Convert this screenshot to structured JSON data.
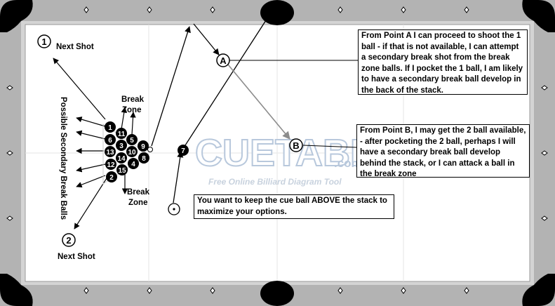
{
  "notes": {
    "point_a": "From Point A I can proceed to shoot the 1 ball - if that is not available, I can attempt a secondary break shot from the break zone balls. If I pocket the 1 ball, I am likely to have a secondary break ball develop in the back of the stack.",
    "point_b": "From Point B, I may get the 2 ball available, - after pocketing the 2 ball, perhaps I will have a secondary break ball develop behind the stack, or I can attack a ball in the break zone",
    "cue_ball": "You want to keep the cue ball ABOVE the stack to maximize your options."
  },
  "labels": {
    "next_shot_1": "Next Shot",
    "next_shot_2": "Next Shot",
    "break_zone_top_1": "Break",
    "break_zone_top_2": "Zone",
    "break_zone_bottom_1": "Break",
    "break_zone_bottom_2": "Zone",
    "secondary": "Possible Secondary Break Balls",
    "marker_1": "1",
    "marker_2": "2",
    "point_a": "A",
    "point_b": "B",
    "watermark": "CUETABLE",
    "watermark_suffix": ".com",
    "watermark_sub": "Free Online Billiard Diagram Tool"
  },
  "balls": [
    "1",
    "11",
    "5",
    "6",
    "3",
    "13",
    "14",
    "10",
    "9",
    "12",
    "4",
    "8",
    "15",
    "2",
    "7"
  ],
  "colors": {
    "rail": "#b3b3b3",
    "felt": "#ffffff",
    "pocket": "#000000",
    "ball": "#000000",
    "ball_text": "#ffffff",
    "path_gray": "#8c8c8c",
    "watermark": "#b8c8dc"
  }
}
